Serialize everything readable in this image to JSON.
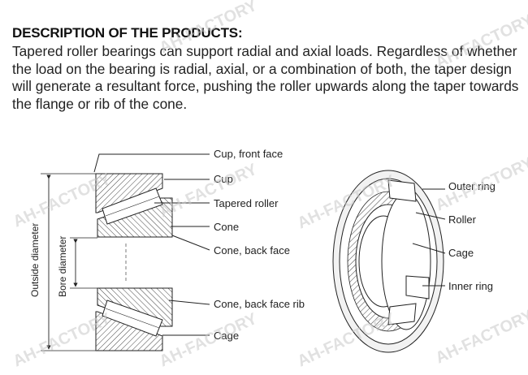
{
  "heading": "DESCRIPTION OF THE PRODUCTS:",
  "description": "Tapered roller bearings can support radial and axial loads. Regardless of whether the load on the bearing is radial, axial, or a combination of both, the taper design will generate a resultant force, pushing the roller upwards along the taper towards the flange or rib of the cone.",
  "section_diagram": {
    "labels": {
      "cup_front_face": "Cup, front face",
      "cup": "Cup",
      "tapered_roller": "Tapered roller",
      "cone": "Cone",
      "cone_back_face": "Cone, back face",
      "cone_back_face_rib": "Cone, back face rib",
      "cage": "Cage"
    },
    "outside_diameter": "Outside diameter",
    "bore_diameter": "Bore diameter"
  },
  "bearing_diagram": {
    "labels": {
      "outer_ring": "Outer ring",
      "roller": "Roller",
      "cage": "Cage",
      "inner_ring": "Inner ring"
    }
  },
  "watermark": "AH-FACTORY"
}
